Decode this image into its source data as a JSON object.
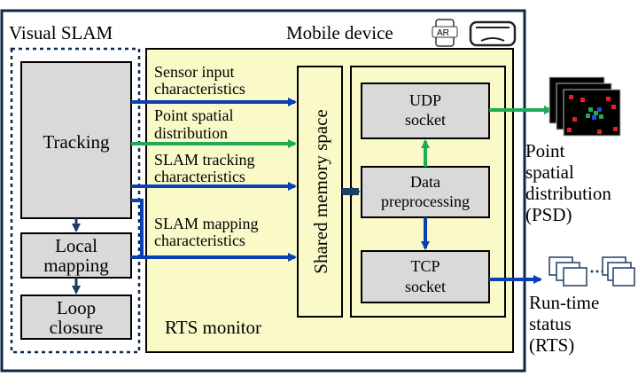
{
  "labels": {
    "visual_slam": "Visual SLAM",
    "mobile_device": "Mobile device",
    "tracking": "Tracking",
    "local_mapping": [
      "Local",
      "mapping"
    ],
    "loop_closure": [
      "Loop",
      "closure"
    ],
    "rts_monitor": "RTS monitor",
    "shared_memory": "Shared memory space",
    "udp_socket": [
      "UDP",
      "socket"
    ],
    "data_preprocessing": [
      "Data",
      "preprocessing"
    ],
    "tcp_socket": [
      "TCP",
      "socket"
    ],
    "sensor_input": [
      "Sensor input",
      "characteristics"
    ],
    "point_spatial": [
      "Point spatial",
      "distribution"
    ],
    "slam_tracking": [
      "SLAM tracking",
      "characteristics"
    ],
    "slam_mapping": [
      "SLAM mapping",
      "characteristics"
    ],
    "psd_output": [
      "Point",
      "spatial",
      "distribution",
      "(PSD)"
    ],
    "rts_output": [
      "Run-time",
      "status",
      "(RTS)"
    ],
    "ar_icon": "AR"
  },
  "colors": {
    "outer_border": "#0b2a4a",
    "monitor_fill": "#fafac8",
    "block_fill": "#d9d9d9",
    "blue_arrow": "#0a3fb5",
    "green_arrow": "#1faa55",
    "dark_arrow": "#1c3f66"
  },
  "icons": [
    "ar-phone-icon",
    "vr-headset-icon",
    "psd-screens-icon",
    "server-cluster-icon"
  ]
}
